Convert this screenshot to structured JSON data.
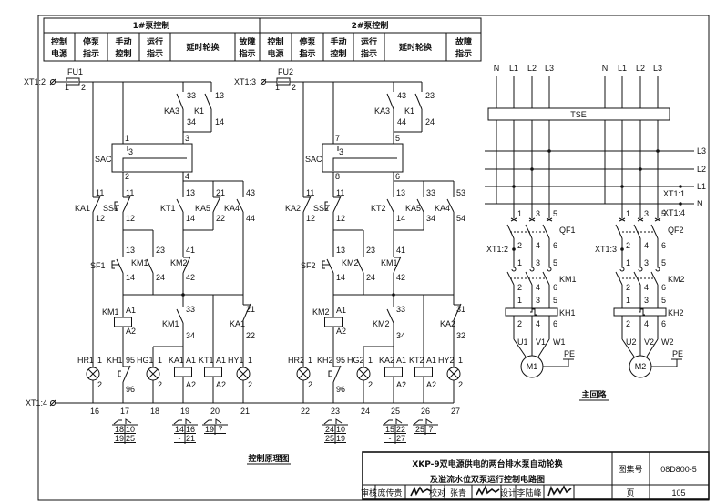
{
  "header": {
    "pump1_title": "1#泵控制",
    "pump2_title": "2#泵控制",
    "columns": [
      [
        "控制",
        "电源"
      ],
      [
        "停泵",
        "指示"
      ],
      [
        "手动",
        "控制"
      ],
      [
        "运行",
        "指示"
      ],
      [
        "延时轮换"
      ],
      [
        "故障",
        "指示"
      ]
    ]
  },
  "control": {
    "title": "控制原理图",
    "neutral_terminal": "XT1:4",
    "pumps": [
      {
        "terminal_in": "XT1:2",
        "labels": [
          "FU1",
          "1",
          "2",
          "KA3",
          "33",
          "34",
          "K1",
          "13",
          "14",
          "1",
          "3",
          "2",
          "4",
          "SAC",
          "3",
          "KA1",
          "11",
          "12",
          "SS1",
          "11",
          "12",
          "KT1",
          "13",
          "14",
          "KA5",
          "21",
          "22",
          "KA4",
          "43",
          "44",
          "SF1",
          "13",
          "14",
          "KM1",
          "23",
          "24",
          "KM2",
          "41",
          "42",
          "KM1",
          "A1",
          "A2",
          "KM1",
          "33",
          "34",
          "KA1",
          "21",
          "22",
          "HR1",
          "1",
          "2",
          "KH1",
          "95",
          "96",
          "HG1",
          "1",
          "2",
          "KA1",
          "A1",
          "A2",
          "KT1",
          "A1",
          "A2",
          "HY1",
          "1",
          "2"
        ],
        "columns": [
          "16",
          "17",
          "18",
          "19",
          "20",
          "21"
        ],
        "ka5_contact": "NC",
        "cross_refs": [
          [
            [
              "18",
              "10"
            ],
            [
              "19",
              "25"
            ]
          ],
          [
            [
              "14",
              "16"
            ],
            [
              "-",
              "21"
            ]
          ],
          [
            [
              "19",
              "7"
            ]
          ]
        ]
      },
      {
        "terminal_in": "XT1:3",
        "labels": [
          "FU2",
          "1",
          "2",
          "KA3",
          "43",
          "44",
          "K1",
          "23",
          "24",
          "7",
          "5",
          "8",
          "6",
          "SAC",
          "3",
          "KA2",
          "11",
          "12",
          "SS2",
          "11",
          "12",
          "KT2",
          "13",
          "14",
          "KA5",
          "33",
          "34",
          "KA4",
          "53",
          "54",
          "SF2",
          "13",
          "14",
          "KM2",
          "23",
          "24",
          "KM1",
          "41",
          "42",
          "KM2",
          "A1",
          "A2",
          "KM2",
          "33",
          "34",
          "KA2",
          "31",
          "32",
          "HR2",
          "1",
          "2",
          "KH2",
          "95",
          "96",
          "HG2",
          "1",
          "2",
          "KA2",
          "A1",
          "A2",
          "KT2",
          "A1",
          "A2",
          "HY2",
          "1",
          "2"
        ],
        "columns": [
          "22",
          "23",
          "24",
          "25",
          "26",
          "27"
        ],
        "ka5_contact": "NO",
        "cross_refs": [
          [
            [
              "24",
              "10"
            ],
            [
              "25",
              "19"
            ]
          ],
          [
            [
              "15",
              "22"
            ],
            [
              "-",
              "27"
            ]
          ],
          [
            [
              "25",
              "7"
            ]
          ]
        ]
      }
    ]
  },
  "main_circuit": {
    "title": "主回路",
    "phases": [
      "N",
      "L1",
      "L2",
      "L3"
    ],
    "tse": "TSE",
    "bus_labels": [
      "L3",
      "L2",
      "L1",
      "N"
    ],
    "bus_terminals": [
      "XT1:1",
      "XT1:4"
    ],
    "pins_top": [
      "1",
      "3",
      "5"
    ],
    "pins_bottom": [
      "2",
      "4",
      "6"
    ],
    "branches": [
      {
        "breaker": "QF1",
        "terminal": "XT1:2",
        "contactor": "KM1",
        "relay": "KH1",
        "motor": "M1",
        "leads": [
          "U1",
          "V1",
          "W1"
        ],
        "pe": "PE"
      },
      {
        "breaker": "QF2",
        "terminal": "XT1:3",
        "contactor": "KM2",
        "relay": "KH2",
        "motor": "M2",
        "leads": [
          "U2",
          "V2",
          "W2"
        ],
        "pe": "PE"
      }
    ]
  },
  "title_block": {
    "title_line1": "XKP-9双电源供电的两台排水泵自动轮换",
    "title_line2": "及溢流水位双泵运行控制电路图",
    "atlas_label": "图集号",
    "atlas_no": "08D800-5",
    "review_label": "审核",
    "reviewer": "庞传贵",
    "reviewer_signature": "庞传贵",
    "check_label": "校对",
    "checker": "张青",
    "checker_signature": "张青",
    "design_label": "设计",
    "designer": "李陆峰",
    "designer_signature": "李陆峰",
    "page_label": "页",
    "page_no": "105"
  }
}
